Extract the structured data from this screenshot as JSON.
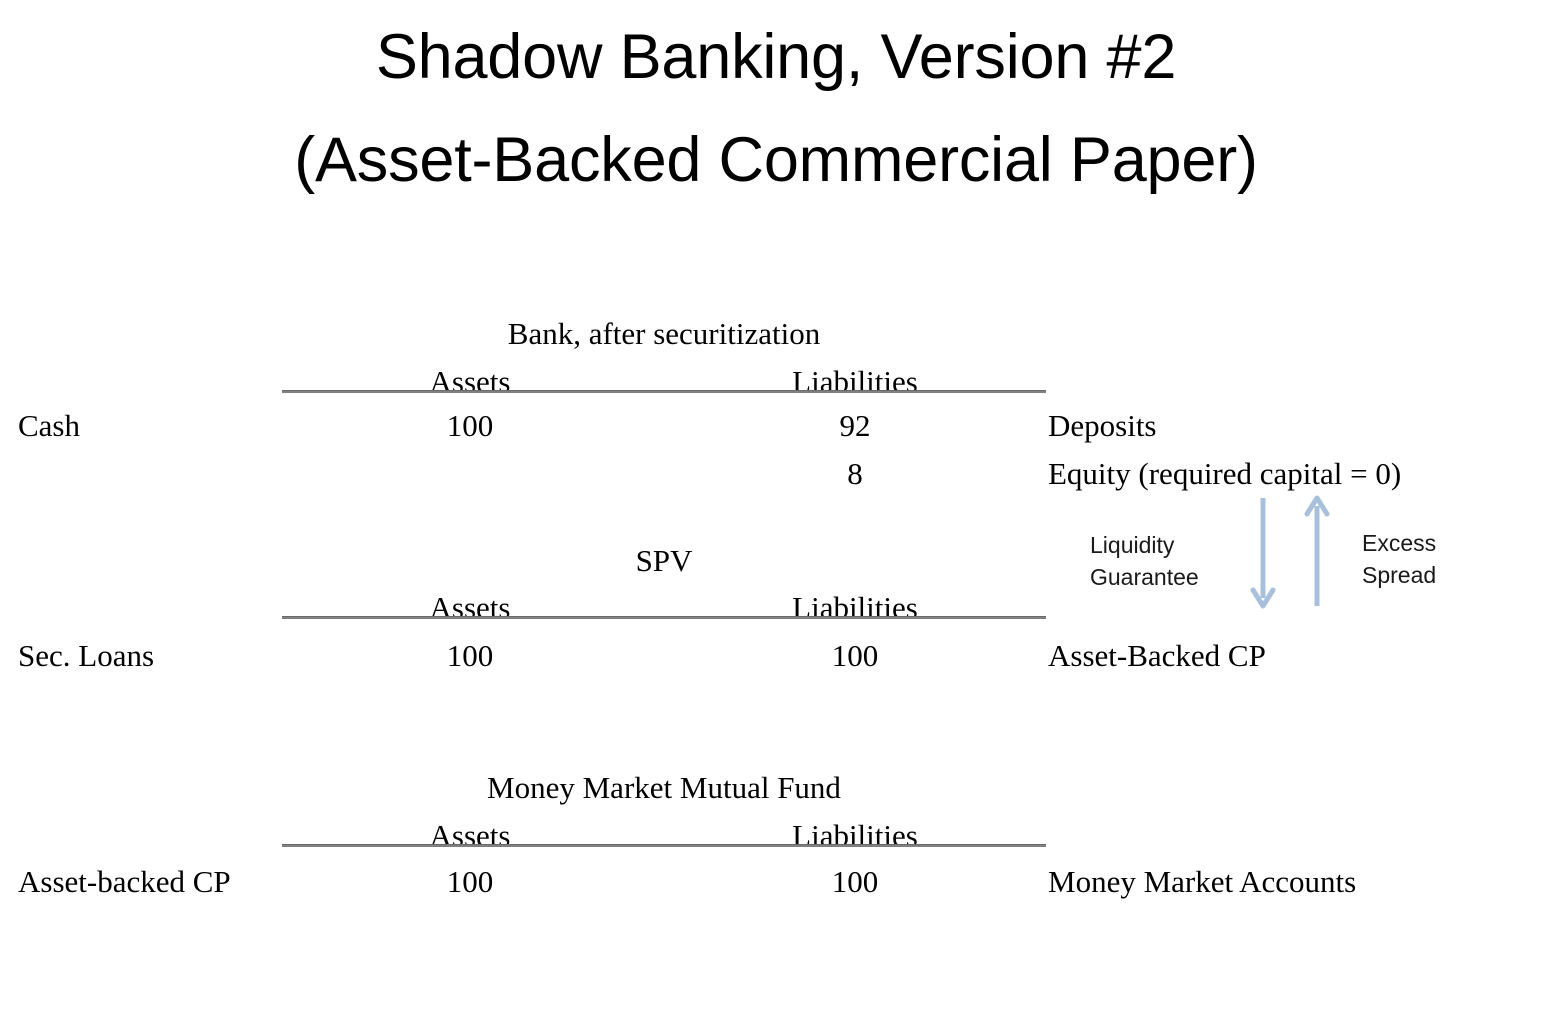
{
  "title": {
    "line1": "Shadow Banking, Version #2",
    "line2": "(Asset-Backed Commercial Paper)"
  },
  "colors": {
    "text": "#000000",
    "rule": "#808080",
    "arrow": "#A8C0DC"
  },
  "columns": {
    "assets": "Assets",
    "liabilities": "Liabilities"
  },
  "taccounts": [
    {
      "name": "Bank, after securitization",
      "rows": [
        {
          "left_label": "Cash",
          "assets": "100",
          "liabilities": "92",
          "right_label": "Deposits"
        },
        {
          "left_label": "",
          "assets": "",
          "liabilities": "8",
          "right_label": "Equity (required capital = 0)"
        }
      ]
    },
    {
      "name": "SPV",
      "rows": [
        {
          "left_label": "Sec. Loans",
          "assets": "100",
          "liabilities": "100",
          "right_label": "Asset-Backed CP"
        }
      ]
    },
    {
      "name": "Money Market Mutual Fund",
      "rows": [
        {
          "left_label": "Asset-backed CP",
          "assets": "100",
          "liabilities": "100",
          "right_label": "Money Market Accounts"
        }
      ]
    }
  ],
  "annotations": {
    "liquidity_guarantee": {
      "line1": "Liquidity",
      "line2": "Guarantee"
    },
    "excess_spread": {
      "line1": "Excess",
      "line2": "Spread"
    },
    "down_arrow_name": "liquidity-guarantee-down-arrow",
    "up_arrow_name": "excess-spread-up-arrow"
  }
}
